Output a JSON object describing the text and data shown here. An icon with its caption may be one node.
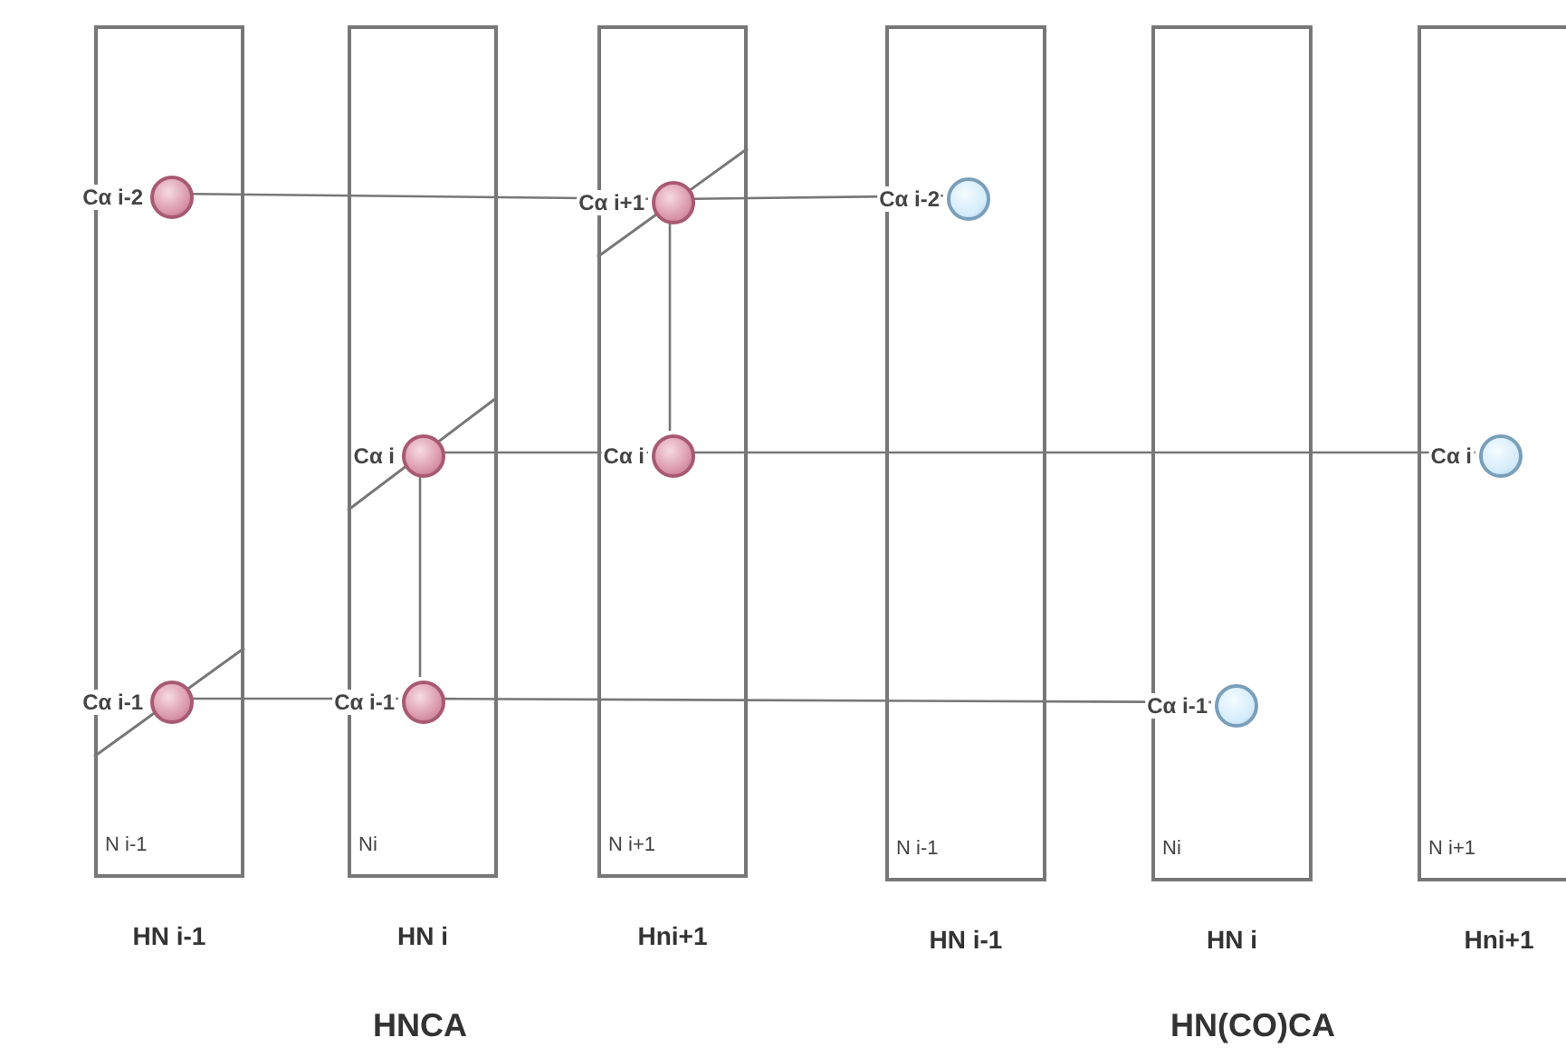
{
  "diagram": {
    "nodes": [
      {
        "text": [
          "N i-1"
        ],
        "beside": [
          "HN i-1"
        ]
      },
      {
        "text": [],
        "shape": "circle",
        "in": 0,
        "beside": [
          "Cα i-2"
        ]
      },
      {
        "text": [],
        "shape": "circle",
        "in": 0,
        "beside": [
          "Cα i-1"
        ]
      },
      {
        "text": [
          "Ni"
        ],
        "beside": [
          "HN i"
        ]
      },
      {
        "text": [],
        "shape": "circle",
        "in": 3,
        "beside": [
          "Cα i"
        ]
      },
      {
        "text": [],
        "shape": "circle",
        "in": 3,
        "beside": [
          "Cα i-1"
        ]
      },
      {
        "text": [
          "N i+1"
        ],
        "beside": [
          "Hni+1"
        ]
      },
      {
        "text": [],
        "shape": "circle",
        "in": 6,
        "beside": [
          "Cα i+1"
        ]
      },
      {
        "text": [],
        "shape": "circle",
        "in": 6,
        "beside": [
          "Cα i"
        ]
      },
      {
        "text": [
          "N i-1"
        ],
        "beside": [
          "HN i-1"
        ]
      },
      {
        "text": [],
        "shape": "circle",
        "in": 9,
        "beside": [
          "Cα i-2"
        ]
      },
      {
        "text": [
          "Ni"
        ],
        "beside": [
          "HN i"
        ]
      },
      {
        "text": [],
        "shape": "circle",
        "in": 11,
        "beside": [
          "Cα i-1"
        ]
      },
      {
        "text": [
          "N i+1"
        ],
        "beside": [
          "Hni+1"
        ]
      },
      {
        "text": [],
        "shape": "circle",
        "in": 13,
        "beside": [
          "Cα i"
        ]
      }
    ],
    "edges": [
      {
        "from": 1,
        "to": 7,
        "arrow": "none"
      },
      {
        "from": 7,
        "to": 10,
        "arrow": "none"
      },
      {
        "from": 4,
        "to": 8,
        "arrow": "none"
      },
      {
        "from": 8,
        "to": 14,
        "arrow": "none"
      },
      {
        "from": 2,
        "to": 5,
        "arrow": "none"
      },
      {
        "from": 5,
        "to": 12,
        "arrow": "none"
      },
      {
        "from": 4,
        "to": 5,
        "arrow": "none"
      },
      {
        "from": 7,
        "to": 8,
        "arrow": "none"
      }
    ],
    "labels": [
      "HNCA",
      "HN(CO)CA"
    ]
  }
}
